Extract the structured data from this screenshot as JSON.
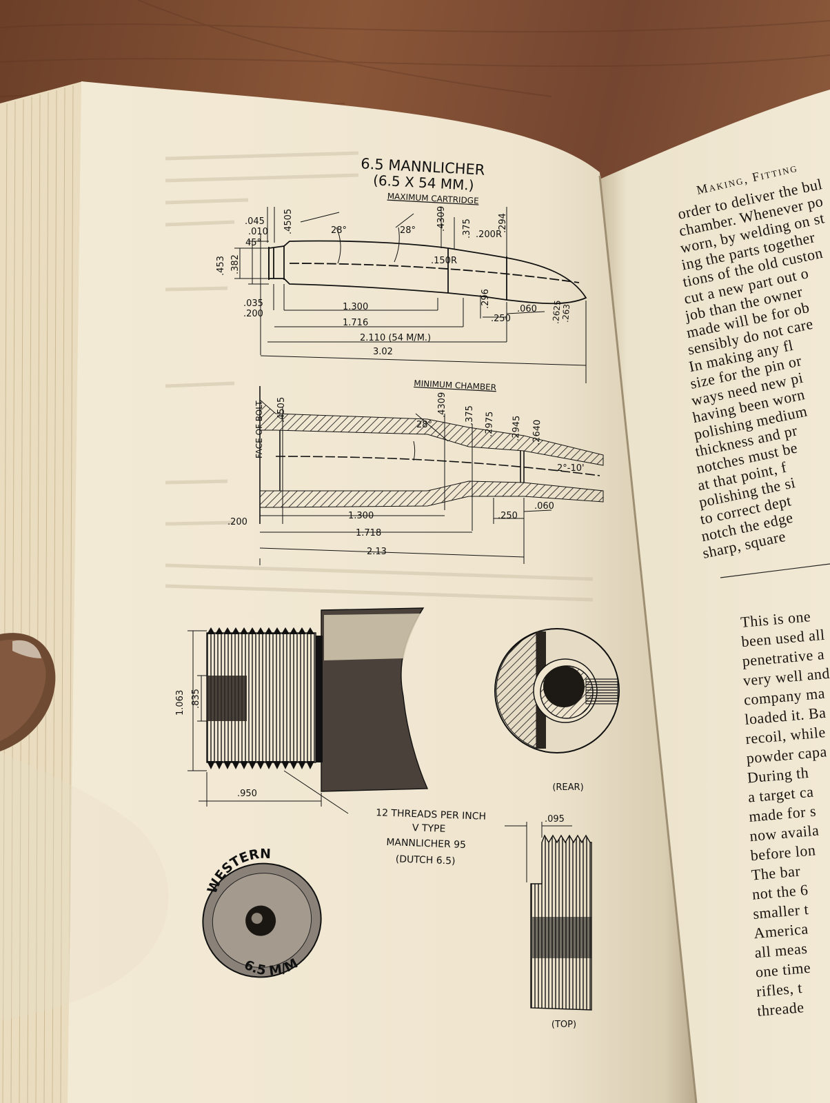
{
  "drawing": {
    "title_line1": "6.5 MANNLICHER",
    "title_line2": "(6.5 X 54 MM.)",
    "cartridge": {
      "label": "MAXIMUM  CARTRIDGE",
      "dims": {
        "d045": ".045",
        "d010": ".010",
        "d4505": ".4505",
        "a45": "45°",
        "d453": ".453",
        "d382": ".382",
        "a28a": "28°",
        "a28b": "28°",
        "d4309": ".4309",
        "d375": ".375",
        "d200r": ".200R",
        "d294": ".294",
        "d150r": ".150R",
        "d296": ".296",
        "d035": ".035",
        "d200": ".200",
        "d250": ".250",
        "d060": ".060",
        "d2625": ".2625",
        "d263": ".263",
        "l1300": "1.300",
        "l1716": "1.716",
        "l2110": "2.110  (54 M/M.)",
        "l302": "3.02"
      }
    },
    "chamber": {
      "label": "MINIMUM  CHAMBER",
      "face_label": "FACE  OF  BOLT",
      "dims": {
        "d4505": ".4505",
        "a28": "28°",
        "d4309": ".4309",
        "d375": ".375",
        "d2975": ".2975",
        "d2945": ".2945",
        "d2640": ".2640",
        "taper": "2°-10'",
        "d200": ".200",
        "d250": ".250",
        "d060": ".060",
        "l1300": "1.300",
        "l1718": "1.718",
        "l213": "2.13"
      }
    },
    "thread": {
      "d1063": "1.063",
      "d835": ".835",
      "d950": ".950",
      "spec_line1": "12  THREADS  PER  INCH",
      "spec_line2": "V TYPE",
      "spec_line3": "MANNLICHER  95",
      "spec_line4": "(DUTCH  6.5)",
      "rear_label": "(REAR)",
      "top_label": "(TOP)",
      "d095": ".095"
    },
    "headstamp": {
      "top": "WESTERN",
      "bottom": "6.5 M/M"
    }
  },
  "right_page": {
    "header": "Making, Fitting",
    "lines_top": [
      "order to deliver the bul",
      "chamber. Whenever po",
      "worn, by welding on st",
      "ing the parts together",
      "tions of the old custon",
      "cut a new part out o",
      "job than the owner",
      "made will be for ob",
      "sensibly do not care",
      "In making any fl",
      "size for the pin or",
      "ways need new pi",
      "having been worn",
      "polishing medium",
      "thickness and pr",
      "notches must be",
      "at that point, f",
      "polishing the si",
      "to correct dept",
      "notch the edge",
      "sharp, square"
    ],
    "lines_bottom": [
      "This is one",
      "been used all",
      "penetrative a",
      "very well and",
      "company ma",
      "loaded it. Ba",
      "recoil, while",
      "powder capa",
      "During th",
      "a target ca",
      "made for s",
      "now availa",
      "before lon",
      "The bar",
      "not the 6",
      "smaller t",
      "America",
      "all meas",
      "one time",
      "rifles, t",
      "threade"
    ]
  },
  "colors": {
    "table": "#7a4a30",
    "page": "#efe6d3",
    "ink": "#111111"
  }
}
